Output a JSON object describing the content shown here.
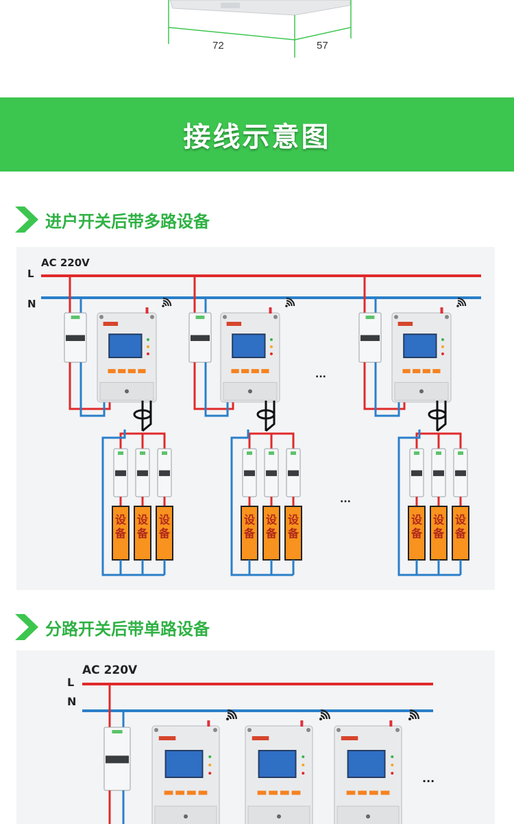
{
  "colors": {
    "accent_green": "#3cc64f",
    "heading_green": "#2fb144",
    "line_red": "#e02a2a",
    "line_blue": "#2b7fc9",
    "device_orange": "#f7931e",
    "device_text": "#b0281b"
  },
  "dimensions": {
    "width_label": "72",
    "depth_label": "57"
  },
  "banner": {
    "title": "接线示意图"
  },
  "sections": [
    {
      "heading": "进户开关后带多路设备",
      "arrow_icon": "chevron-right-icon"
    },
    {
      "heading": "分路开关后带单路设备",
      "arrow_icon": "chevron-right-icon"
    }
  ],
  "diagram1": {
    "line_l": "L",
    "line_n": "N",
    "supply_label": "AC 220V",
    "ellipsis": "...",
    "device_label_top": "设",
    "device_label_bottom": "备"
  },
  "diagram2": {
    "line_l": "L",
    "line_n": "N",
    "supply_label": "AC 220V",
    "ellipsis": "..."
  }
}
